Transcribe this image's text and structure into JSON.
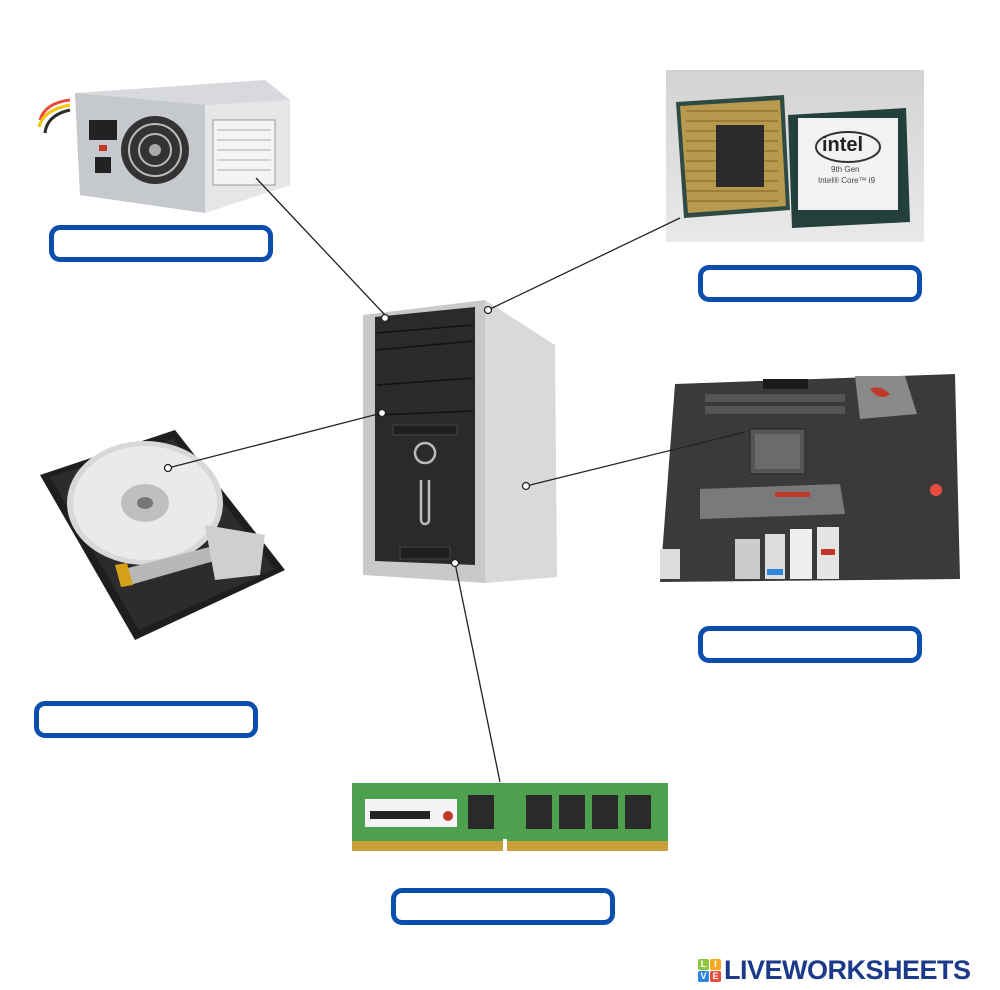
{
  "worksheet": {
    "images": [
      {
        "id": "psu",
        "label": "Power supply unit image"
      },
      {
        "id": "cpu",
        "label": "Intel processor image",
        "text": [
          "intel",
          "9th Gen",
          "Intel Core i9"
        ]
      },
      {
        "id": "tower",
        "label": "Computer tower case image"
      },
      {
        "id": "hdd",
        "label": "Hard disk drive image"
      },
      {
        "id": "motherboard",
        "label": "Motherboard image"
      },
      {
        "id": "ram",
        "label": "RAM module image"
      }
    ],
    "answer_boxes": [
      {
        "id": "psu",
        "value": "",
        "placeholder": ""
      },
      {
        "id": "cpu",
        "value": "",
        "placeholder": ""
      },
      {
        "id": "motherboard",
        "value": "",
        "placeholder": ""
      },
      {
        "id": "hdd",
        "value": "",
        "placeholder": ""
      },
      {
        "id": "ram",
        "value": "",
        "placeholder": ""
      }
    ],
    "colors": {
      "box_border": "#0b4fae",
      "logo_text": "#1c3a8a"
    }
  },
  "branding": {
    "logo_tiles": [
      "L",
      "I",
      "V",
      "E"
    ],
    "logo_text": "LIVEWORKSHEETS"
  },
  "cpu_text": {
    "brand": "intel",
    "gen": "9th Gen",
    "model": "Intel® Core™ i9"
  }
}
